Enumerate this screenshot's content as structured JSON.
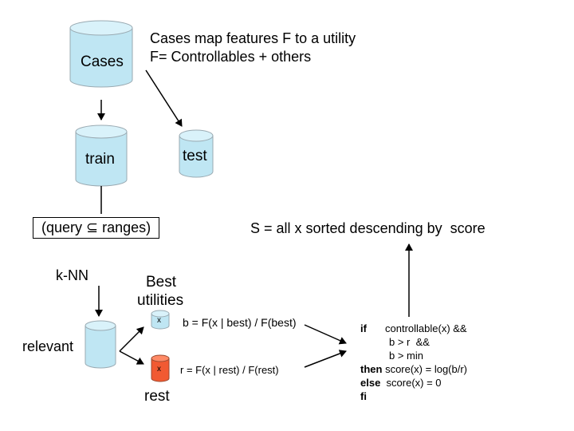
{
  "cylinders": {
    "cases": "Cases",
    "train": "train",
    "test": "test",
    "best_mark": "x",
    "rest_mark": "x"
  },
  "colors": {
    "cyan_fill": "#bfe6f3",
    "cyan_top": "#d9f2fa",
    "red_fill": "#f15a32",
    "red_top": "#ff8a66",
    "line": "#000000"
  },
  "texts": {
    "header_line1": "Cases map features F to a utility",
    "header_line2": "F= Controllables + others",
    "query": "(query ⊆ ranges)",
    "knn": "k-NN",
    "sorted": "S = all x sorted descending by  score",
    "best_line1": "Best",
    "best_line2": "utilities",
    "relevant": "relevant",
    "rest": "rest",
    "b_formula": "b = F(x | best) / F(best)",
    "r_formula": "r = F(x | rest) / F(rest)"
  },
  "rule": {
    "if_kw": "if",
    "cond1": "controllable(x) &&",
    "cond2": "b > r  &&",
    "cond3": "b > min",
    "then_kw": "then",
    "then_expr": " score(x) = log(b/r)",
    "else_kw": "else",
    "else_expr": "  score(x) = 0",
    "fi_kw": "fi"
  }
}
